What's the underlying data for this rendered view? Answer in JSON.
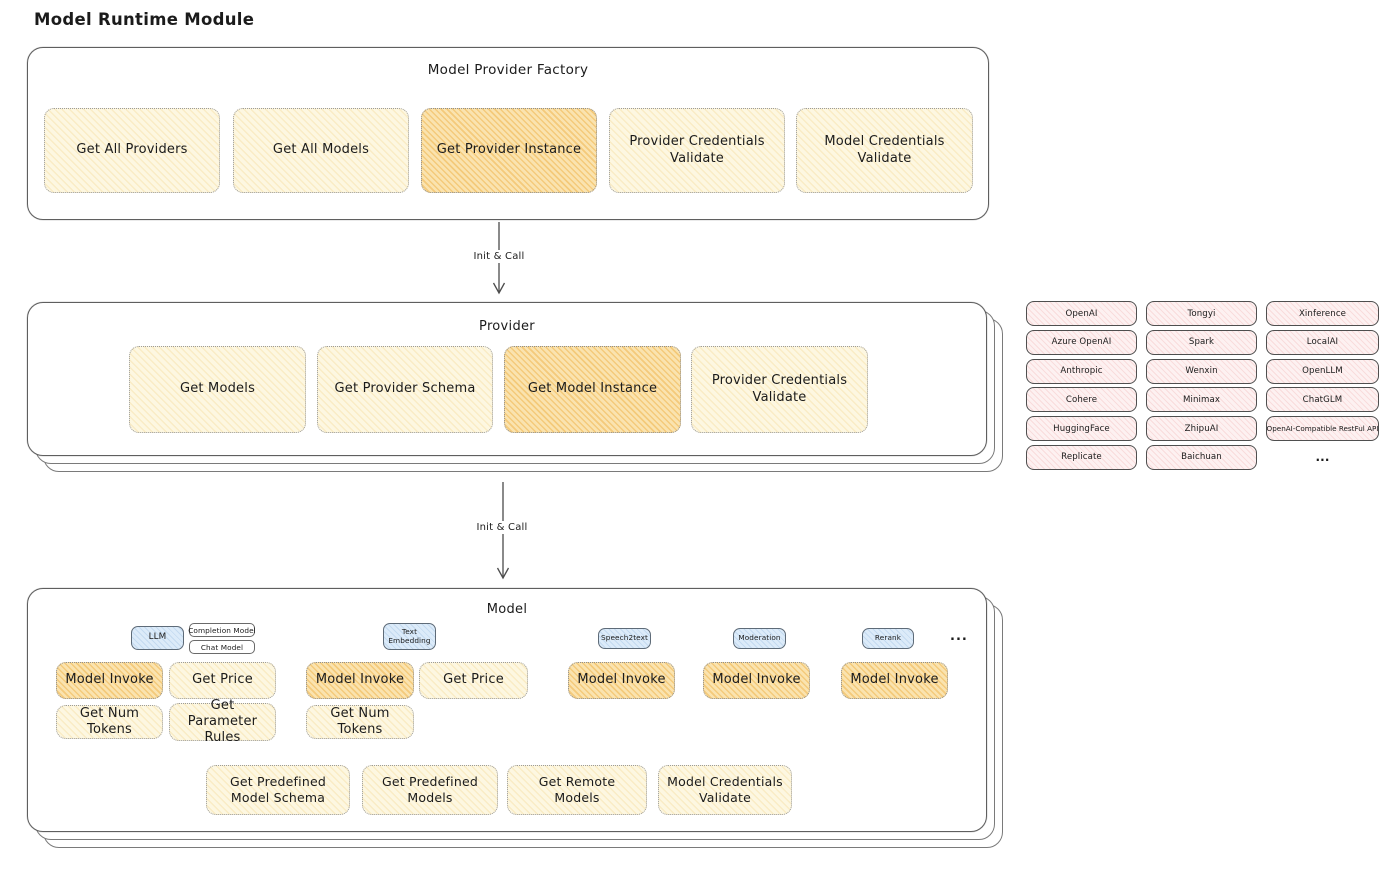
{
  "page_title": "Model Runtime Module",
  "colors": {
    "button_yellow": "#fdf7e1",
    "button_highlight_orange": "#fae3af",
    "provider_chip_pink": "#fdf1f1",
    "type_badge_blue": "#dcebf9",
    "outline_gray": "#5f5f5f"
  },
  "arrows": {
    "init_call": "Init & Call"
  },
  "factory": {
    "title": "Model Provider Factory",
    "buttons": [
      {
        "label": "Get All Providers",
        "highlight": false
      },
      {
        "label": "Get All Models",
        "highlight": false
      },
      {
        "label": "Get Provider Instance",
        "highlight": true
      },
      {
        "label": "Provider Credentials Validate",
        "highlight": false
      },
      {
        "label": "Model Credentials Validate",
        "highlight": false
      }
    ]
  },
  "provider": {
    "title": "Provider",
    "buttons": [
      {
        "label": "Get Models",
        "highlight": false
      },
      {
        "label": "Get Provider Schema",
        "highlight": false
      },
      {
        "label": "Get Model Instance",
        "highlight": true
      },
      {
        "label": "Provider Credentials Validate",
        "highlight": false
      }
    ]
  },
  "provider_grid": {
    "columns": [
      [
        "OpenAI",
        "Azure OpenAI",
        "Anthropic",
        "Cohere",
        "HuggingFace",
        "Replicate"
      ],
      [
        "Tongyi",
        "Spark",
        "Wenxin",
        "Minimax",
        "ZhipuAI",
        "Baichuan"
      ],
      [
        "Xinference",
        "LocalAI",
        "OpenLLM",
        "ChatGLM",
        "OpenAI-Compatible RestFul API",
        "..."
      ]
    ]
  },
  "model": {
    "title": "Model",
    "types": {
      "llm": "LLM",
      "completion_model": "Completion Model",
      "chat_model": "Chat Model",
      "text_embedding": "Text Embedding",
      "speech2text": "Speech2text",
      "moderation": "Moderation",
      "rerank": "Rerank",
      "ellipsis": "..."
    },
    "operations": {
      "model_invoke": "Model Invoke",
      "get_price": "Get Price",
      "get_num_tokens": "Get Num Tokens",
      "get_parameter_rules": "Get Parameter Rules",
      "get_predefined_model_schema": "Get Predefined Model Schema",
      "get_predefined_models": "Get Predefined Models",
      "get_remote_models": "Get Remote Models",
      "model_credentials_validate": "Model Credentials Validate"
    }
  }
}
